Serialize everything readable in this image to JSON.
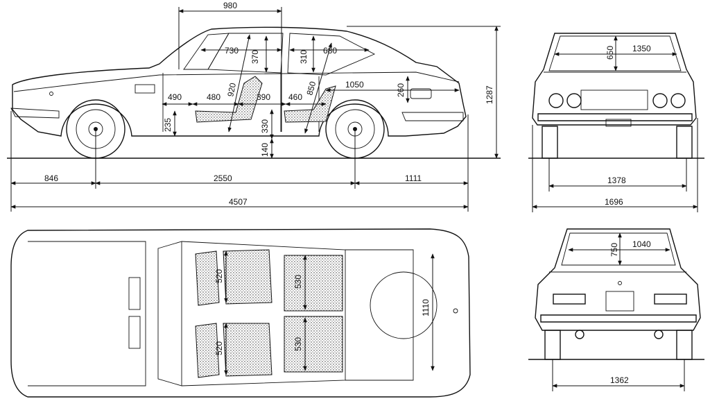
{
  "side_view": {
    "roof_length": "980",
    "front_headroom": "730",
    "rear_headroom": "680",
    "front_window_height": "370",
    "rear_window_height": "310",
    "front_seat_height": "920",
    "rear_seat_height": "850",
    "front_legroom": "490",
    "front_seat_depth": "480",
    "front_to_rear_gap": "390",
    "rear_seat_depth": "460",
    "trunk_length": "1050",
    "trunk_height": "260",
    "sill_height": "235",
    "floor_height": "330",
    "ground_clearance": "140",
    "overall_height": "1287",
    "front_overhang": "846",
    "wheelbase": "2550",
    "rear_overhang": "1111",
    "overall_length": "4507"
  },
  "front_view": {
    "windshield_height": "650",
    "windshield_width": "1350",
    "front_track": "1378",
    "overall_width": "1696"
  },
  "top_view": {
    "front_seat_width_left": "520",
    "front_seat_width_right": "520",
    "rear_seat_width_left": "530",
    "rear_seat_width_right": "530",
    "trunk_width": "1110"
  },
  "rear_view": {
    "rear_window_height": "750",
    "rear_window_width": "1040",
    "rear_track": "1362"
  }
}
